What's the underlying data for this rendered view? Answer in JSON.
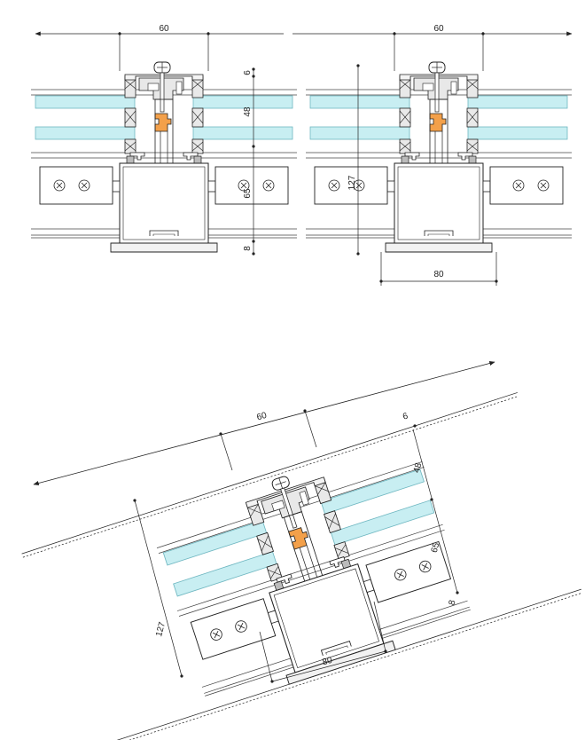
{
  "top_left": {
    "dim_width": "60",
    "dim_top": "6",
    "dim_glass": "48",
    "dim_mid": "65",
    "dim_bottom": "8"
  },
  "top_right": {
    "dim_width": "60",
    "dim_total": "127",
    "dim_depth": "80"
  },
  "rotated": {
    "dim_width": "60",
    "dim_top": "6",
    "dim_glass": "48",
    "dim_mid": "65",
    "dim_bottom": "8",
    "dim_total": "127",
    "dim_depth": "80"
  },
  "colors": {
    "glass": "#c8eef2",
    "glass_edge": "#6fb7c1",
    "gasket": "#f3a04a",
    "line": "#222222",
    "steel": "#d9d9d9"
  }
}
